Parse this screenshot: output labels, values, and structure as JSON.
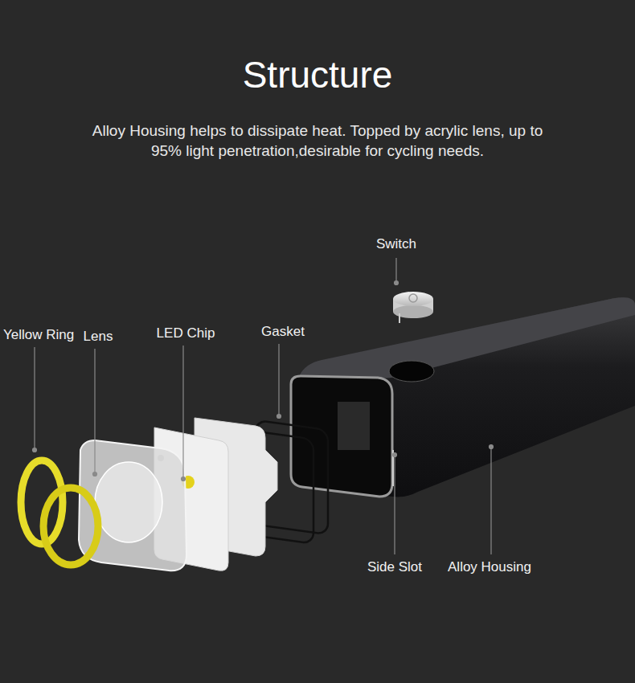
{
  "diagram": {
    "title": "Structure",
    "caption": "Alloy Housing helps to dissipate heat. Topped by acrylic lens, up to 95% light penetration,desirable for cycling needs.",
    "labels": [
      "Switch",
      "Yellow Ring",
      "Lens",
      "LED Chip",
      "Gasket",
      "Side Slot",
      "Alloy Housing"
    ]
  }
}
